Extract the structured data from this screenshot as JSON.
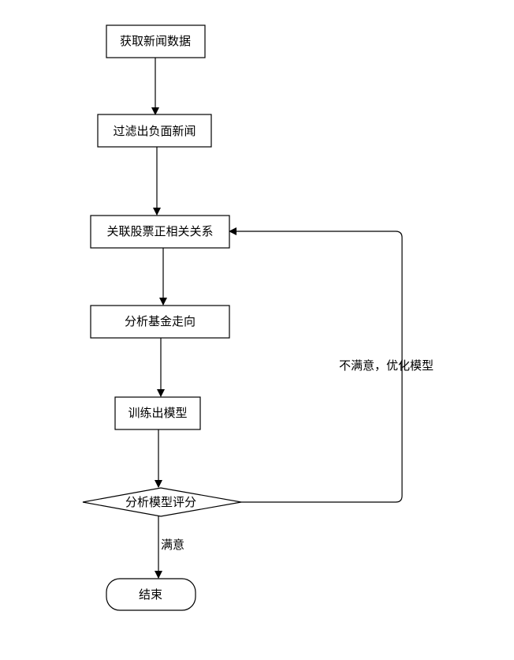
{
  "flowchart": {
    "nodes": [
      {
        "id": "fetch",
        "label": "获取新闻数据",
        "shape": "rect"
      },
      {
        "id": "filter",
        "label": "过滤出负面新闻",
        "shape": "rect"
      },
      {
        "id": "correlate",
        "label": "关联股票正相关关系",
        "shape": "rect"
      },
      {
        "id": "analyze",
        "label": "分析基金走向",
        "shape": "rect"
      },
      {
        "id": "train",
        "label": "训练出模型",
        "shape": "rect"
      },
      {
        "id": "score",
        "label": "分析模型评分",
        "shape": "diamond"
      },
      {
        "id": "end",
        "label": "结束",
        "shape": "rounded"
      }
    ],
    "edges": [
      {
        "from": "fetch",
        "to": "filter",
        "label": ""
      },
      {
        "from": "filter",
        "to": "correlate",
        "label": ""
      },
      {
        "from": "correlate",
        "to": "analyze",
        "label": ""
      },
      {
        "from": "analyze",
        "to": "train",
        "label": ""
      },
      {
        "from": "train",
        "to": "score",
        "label": ""
      },
      {
        "from": "score",
        "to": "end",
        "label": "满意"
      },
      {
        "from": "score",
        "to": "correlate",
        "label": "不满意，优化模型"
      }
    ]
  }
}
